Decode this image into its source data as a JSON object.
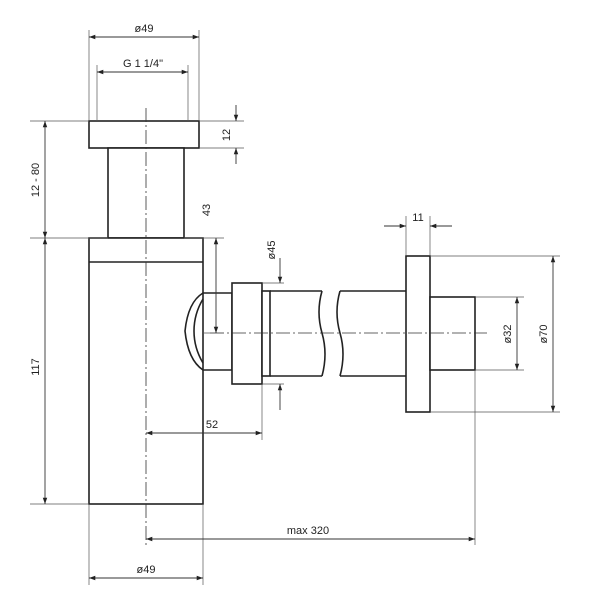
{
  "dimensions": {
    "top_diameter": "ø49",
    "thread": "G 1 1/4\"",
    "cap_height": "12",
    "adjust_range": "12 - 80",
    "outlet_height": "43",
    "pipe_diameter": "ø45",
    "flange_thickness": "11",
    "wall_pipe_diameter": "ø32",
    "flange_diameter": "ø70",
    "body_height": "117",
    "outlet_offset": "52",
    "max_length": "max 320",
    "bottom_diameter": "ø49"
  }
}
